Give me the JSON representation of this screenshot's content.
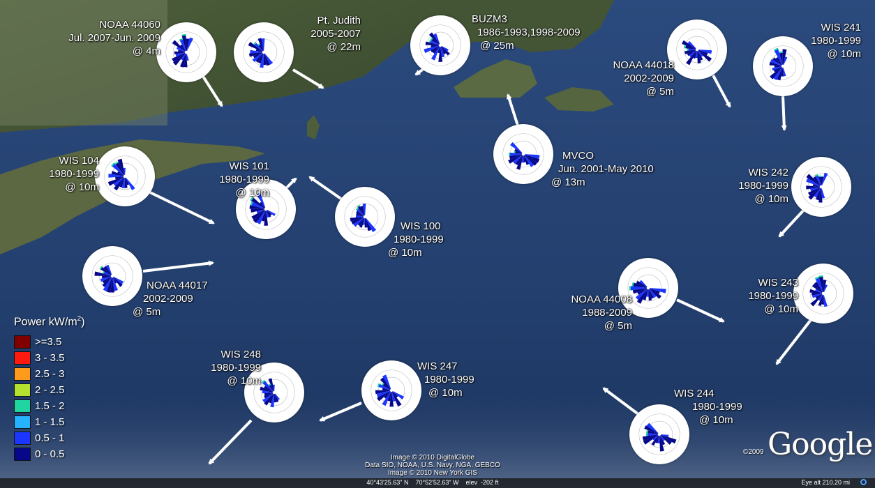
{
  "legend": {
    "title": "Power kW/m",
    "title_sup": "2",
    "title_tail": ")",
    "items": [
      {
        "label": ">=3.5",
        "color": "#800000"
      },
      {
        "label": "3 - 3.5",
        "color": "#ff1a10"
      },
      {
        "label": "2.5 - 3",
        "color": "#ff9a1c"
      },
      {
        "label": "2 - 2.5",
        "color": "#b4e030"
      },
      {
        "label": "1.5 - 2",
        "color": "#1fd5a0"
      },
      {
        "label": "1 - 1.5",
        "color": "#25b2ff"
      },
      {
        "label": "0.5 - 1",
        "color": "#1a36ff"
      },
      {
        "label": "0 - 0.5",
        "color": "#06088a"
      }
    ]
  },
  "stations": [
    {
      "id": "noaa-44060",
      "lines": [
        "NOAA 44060",
        "Jul. 2007-Jun. 2009",
        "@ 4m"
      ]
    },
    {
      "id": "pt-judith",
      "lines": [
        "Pt. Judith",
        "2005-2007",
        "@ 22m"
      ]
    },
    {
      "id": "buzm3",
      "lines": [
        "BUZM3",
        "1986-1993,1998-2009",
        "@ 25m"
      ]
    },
    {
      "id": "noaa-44018",
      "lines": [
        "NOAA 44018",
        "2002-2009",
        "@ 5m"
      ]
    },
    {
      "id": "wis-241",
      "lines": [
        "WIS 241",
        "1980-1999",
        "@ 10m"
      ]
    },
    {
      "id": "wis-104",
      "lines": [
        "WIS 104",
        "1980-1999",
        "@ 10m"
      ]
    },
    {
      "id": "wis-101",
      "lines": [
        "WIS 101",
        "1980-1999",
        "@ 10m"
      ]
    },
    {
      "id": "mvco",
      "lines": [
        "MVCO",
        "Jun. 2001-May 2010",
        "@ 13m"
      ]
    },
    {
      "id": "wis-242",
      "lines": [
        "WIS 242",
        "1980-1999",
        "@ 10m"
      ]
    },
    {
      "id": "wis-100",
      "lines": [
        "WIS 100",
        "1980-1999",
        "@ 10m"
      ]
    },
    {
      "id": "noaa-44017",
      "lines": [
        "NOAA 44017",
        "2002-2009",
        "@ 5m"
      ]
    },
    {
      "id": "noaa-44008",
      "lines": [
        "NOAA 44008",
        "1988-2009",
        "@ 5m"
      ]
    },
    {
      "id": "wis-243",
      "lines": [
        "WIS 243",
        "1980-1999",
        "@ 10m"
      ]
    },
    {
      "id": "wis-248",
      "lines": [
        "WIS 248",
        "1980-1999",
        "@ 10m"
      ]
    },
    {
      "id": "wis-247",
      "lines": [
        "WIS 247",
        "1980-1999",
        "@ 10m"
      ]
    },
    {
      "id": "wis-244",
      "lines": [
        "WIS 244",
        "1980-1999",
        "@ 10m"
      ]
    }
  ],
  "credits": [
    "Image © 2010 DigitalGlobe",
    "Data SIO, NOAA, U.S. Navy, NGA, GEBCO",
    "Image © 2010 New York GIS"
  ],
  "status_bar": {
    "coordinates": "40°43'25.63\" N    70°52'52.63\" W    elev  -202 ft",
    "eye_alt": "Eye alt  210.20 mi"
  },
  "copyright": "©2009",
  "logo": "Google"
}
